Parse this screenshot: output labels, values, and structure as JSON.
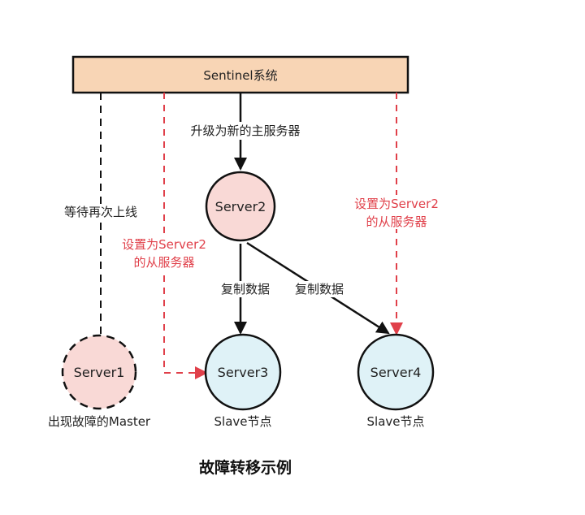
{
  "title": "故障转移示例",
  "colors": {
    "sentinel_fill": "#f8d5b5",
    "master_fill": "#f9d9d6",
    "slave_fill": "#dff2f7",
    "stroke": "#111111",
    "red_dashed": "#e0404a"
  },
  "sentinel": {
    "label": "Sentinel系统"
  },
  "nodes": {
    "server1": {
      "label": "Server1",
      "caption": "出现故障的Master",
      "state": "failed"
    },
    "server2": {
      "label": "Server2",
      "caption": "",
      "state": "new-master"
    },
    "server3": {
      "label": "Server3",
      "caption": "Slave节点",
      "state": "slave"
    },
    "server4": {
      "label": "Server4",
      "caption": "Slave节点",
      "state": "slave"
    }
  },
  "edges": {
    "promote": {
      "label": "升级为新的主服务器"
    },
    "wait": {
      "label": "等待再次上线"
    },
    "set_slave_left": {
      "line1": "设置为Server2",
      "line2": "的从服务器"
    },
    "set_slave_right": {
      "line1": "设置为Server2",
      "line2": "的从服务器"
    },
    "replicate_left": {
      "label": "复制数据"
    },
    "replicate_right": {
      "label": "复制数据"
    }
  }
}
